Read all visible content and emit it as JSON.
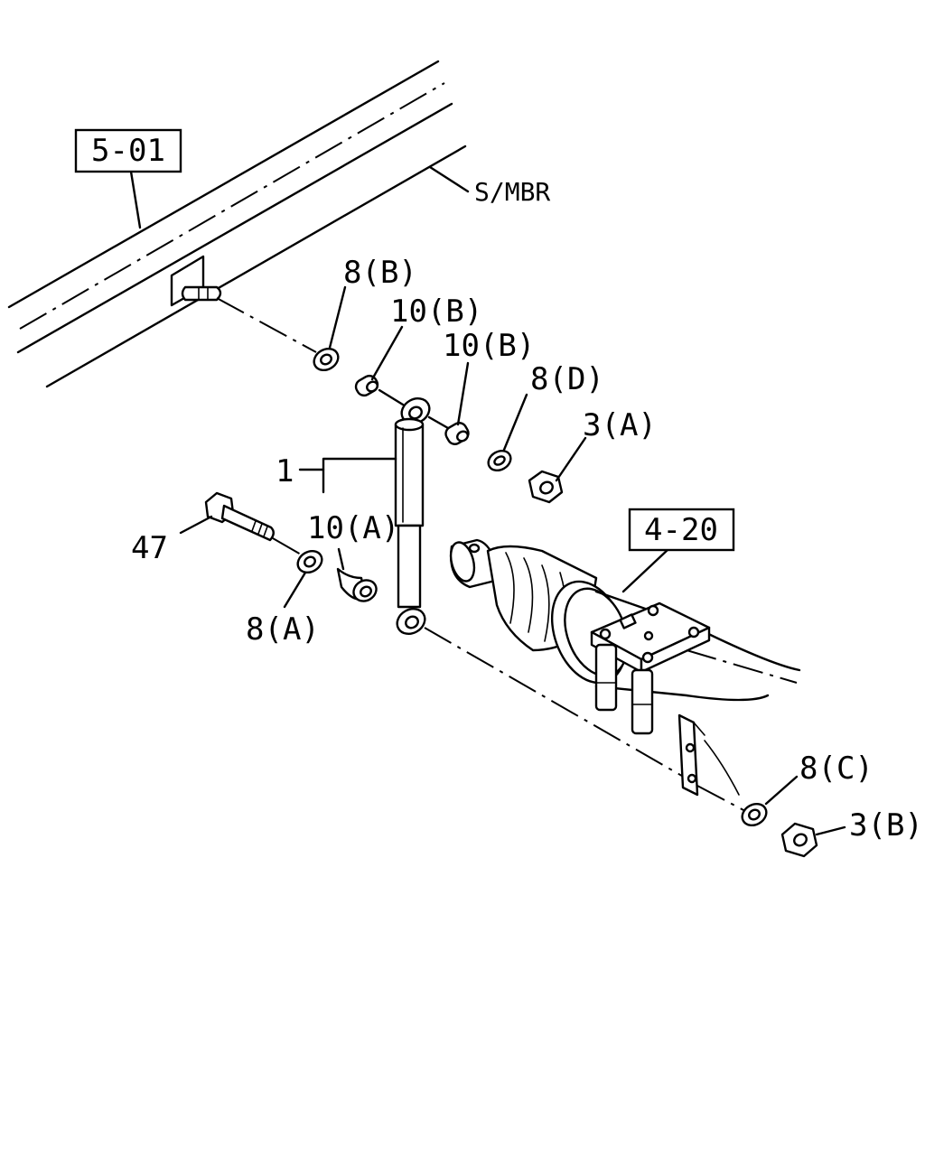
{
  "references": {
    "frame_ref": "5-01",
    "axle_ref": "4-20"
  },
  "labels": {
    "side_member": "S/MBR",
    "shock_absorber": "1",
    "washer_upper_b": "8(B)",
    "bushing_b_1": "10(B)",
    "bushing_b_2": "10(B)",
    "washer_d": "8(D)",
    "nut_a": "3(A)",
    "bushing_a": "10(A)",
    "bolt": "47",
    "washer_a": "8(A)",
    "washer_c": "8(C)",
    "nut_b": "3(B)"
  }
}
